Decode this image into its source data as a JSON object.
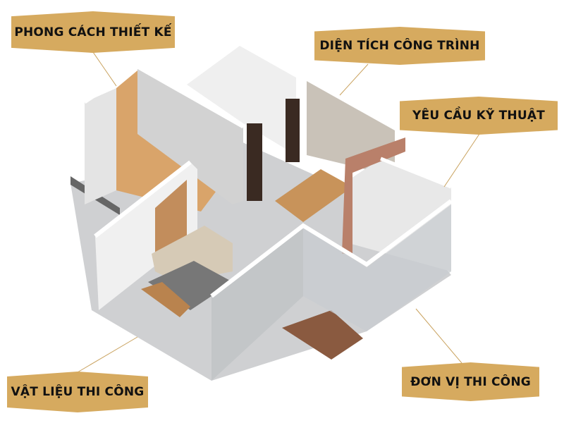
{
  "labels": {
    "design_style": "PHONG CÁCH THIẾT KẾ",
    "floor_area": "DIỆN TÍCH CÔNG TRÌNH",
    "technical_requirements": "YÊU CẦU KỸ THUẬT",
    "construction_materials": "VẬT LIỆU THI CÔNG",
    "contractor": "ĐƠN VỊ THI CÔNG"
  },
  "colors": {
    "label_bg": "#d6aa5f",
    "leader_line": "#c9a25e"
  }
}
